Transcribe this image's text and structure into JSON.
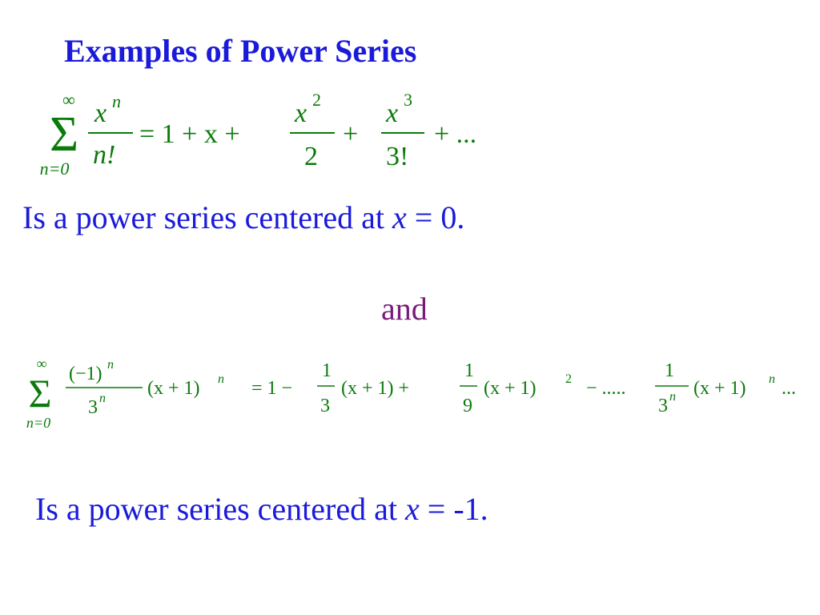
{
  "title": "Examples of Power Series",
  "series1": {
    "sum_upper": "∞",
    "sum_lower": "n=0",
    "term_num": "x",
    "term_num_exp": "n",
    "term_den": "n!",
    "rhs_start": "= 1 + x +",
    "frac2_num": "x",
    "frac2_num_exp": "2",
    "frac2_den": "2",
    "mid_plus": "+",
    "frac3_num": "x",
    "frac3_num_exp": "3",
    "frac3_den": "3!",
    "tail": "+ ..."
  },
  "caption1": {
    "prefix": "Is a power series centered at ",
    "variable": "x",
    "suffix": " = 0."
  },
  "connector": "and",
  "series2": {
    "sum_upper": "∞",
    "sum_lower": "n=0",
    "coef_num": "(−1)",
    "coef_num_exp": "n",
    "coef_den": "3",
    "coef_den_exp": "n",
    "factor1": "(x + 1)",
    "factor1_exp": "n",
    "eq_one_minus": "= 1 −",
    "f1_num": "1",
    "f1_den": "3",
    "factor2": "(x + 1) +",
    "f2_num": "1",
    "f2_den": "9",
    "factor3": "(x + 1)",
    "factor3_exp": "2",
    "dots": "− .....",
    "f3_num": "1",
    "f3_den": "3",
    "f3_den_exp": "n",
    "factor4": "(x + 1)",
    "factor4_exp": "n",
    "tail": "..."
  },
  "caption2": {
    "prefix": "Is a power series centered at ",
    "variable": "x",
    "suffix": " = -1."
  },
  "colors": {
    "title": "#1a1adb",
    "math": "#0b7a0b",
    "caption": "#1a1adb",
    "connector": "#7a1a7a"
  }
}
